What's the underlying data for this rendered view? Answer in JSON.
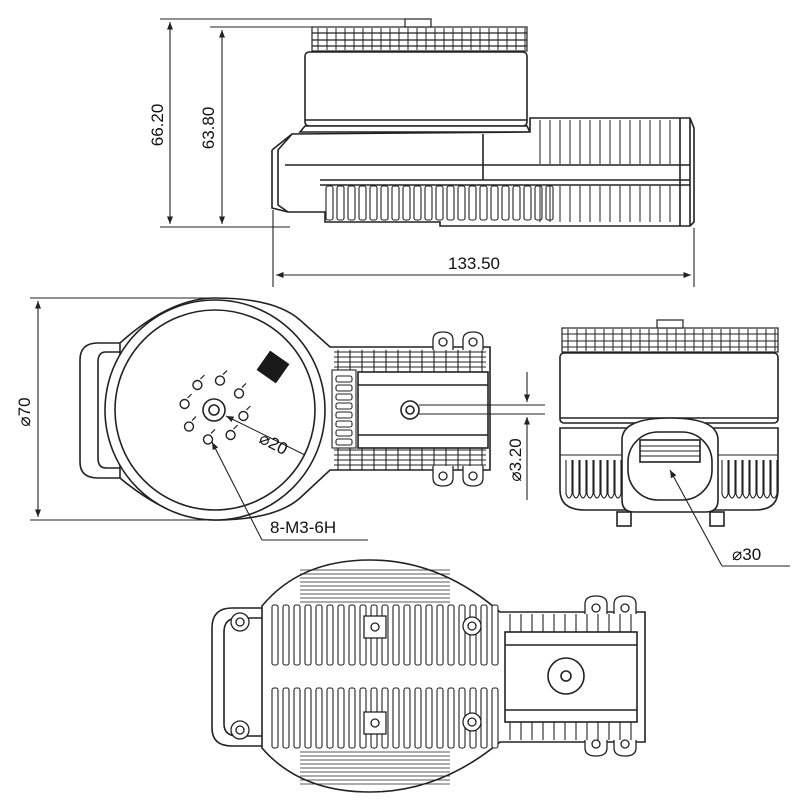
{
  "colors": {
    "line": "#222222",
    "fill": "#ffffff",
    "dark": "#1a1a1a"
  },
  "dimensions": {
    "height_total": "66.20",
    "height_body": "63.80",
    "length": "133.50",
    "diameter_outer": "70",
    "diameter_bolt_circle": "20",
    "thread_spec": "8-M3-6H",
    "shaft_offset": "3.20",
    "diameter_tube": "30"
  },
  "symbols": {
    "diameter": "⌀"
  }
}
